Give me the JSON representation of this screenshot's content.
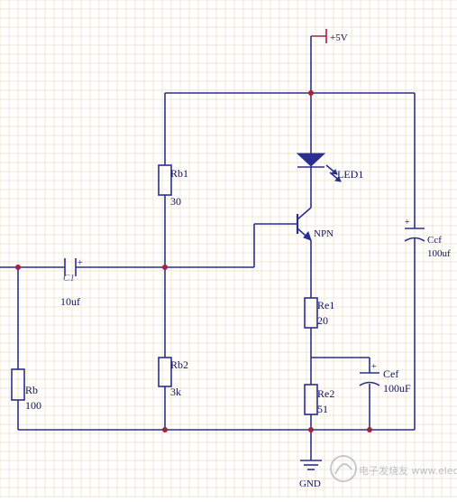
{
  "colors": {
    "background": "#ffffff",
    "grid": "#f1e6d2",
    "wire": "#2a2f8f",
    "junction": "#a3223c",
    "power_symbol": "#a3223c",
    "label": "#14145a"
  },
  "labels": {
    "vcc": "+5V",
    "rb1_name": "Rb1",
    "rb1_value": "30",
    "rb2_name": "Rb2",
    "rb2_value": "3k",
    "rb_name": "Rb",
    "rb_value": "100",
    "c1_name": "C1",
    "c1_value": "10uf",
    "led_name": "LED1",
    "npn_name": "NPN",
    "re1_name": "Re1",
    "re1_value": "20",
    "re2_name": "Re2",
    "re2_value": "51",
    "ce_name": "Cef",
    "ce_value": "100uF",
    "ccf_name": "Ccf",
    "ccf_value": "100uf",
    "gnd": "GND"
  },
  "watermark": "电子发烧友 www.elecfans.com"
}
